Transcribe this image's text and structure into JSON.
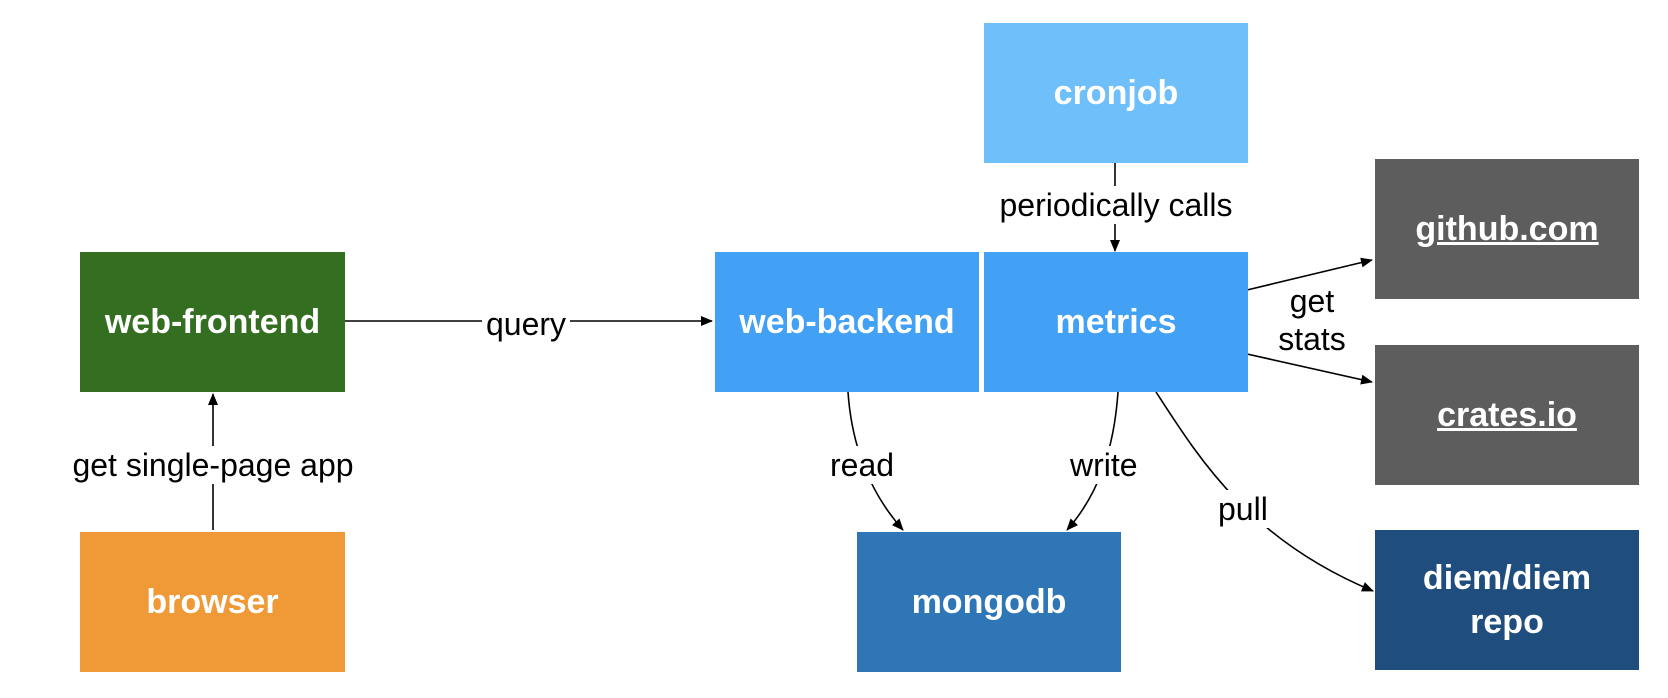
{
  "nodes": {
    "cronjob": {
      "label": "cronjob",
      "color": "#6fbffb"
    },
    "web_frontend": {
      "label": "web-frontend",
      "color": "#346f21"
    },
    "web_backend": {
      "label": "web-backend",
      "color": "#42a0f5"
    },
    "metrics": {
      "label": "metrics",
      "color": "#42a0f5"
    },
    "github": {
      "label": "github.com",
      "color": "#5d5d5d"
    },
    "crates": {
      "label": "crates.io",
      "color": "#5d5d5d"
    },
    "browser": {
      "label": "browser",
      "color": "#f09937"
    },
    "mongodb": {
      "label": "mongodb",
      "color": "#2f76b6"
    },
    "diem": {
      "label": "diem/diem repo",
      "color": "#1e4d7e"
    }
  },
  "edges": {
    "query": "query",
    "periodically_calls": "periodically calls",
    "get_stats": "get stats",
    "get_spa": "get single-page app",
    "read": "read",
    "write": "write",
    "pull": "pull"
  }
}
